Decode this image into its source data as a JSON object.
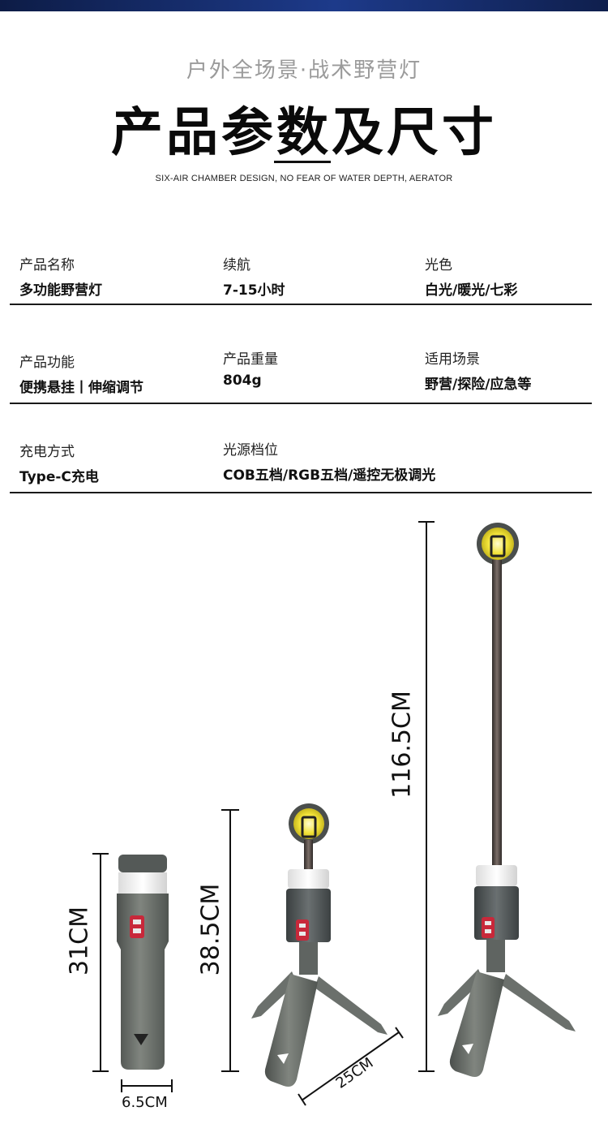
{
  "header": {
    "subtitle": "户外全场景·战术野营灯",
    "title": "产品参数及尺寸",
    "en_subtitle": "SIX-AIR CHAMBER DESIGN, NO FEAR OF WATER DEPTH, AERATOR"
  },
  "specs": {
    "row1": [
      {
        "label": "产品名称",
        "value": "多功能野营灯"
      },
      {
        "label": "续航",
        "value": "7-15小时"
      },
      {
        "label": "光色",
        "value": "白光/暖光/七彩"
      }
    ],
    "row2": [
      {
        "label": "产品功能",
        "value": "便携悬挂丨伸缩调节"
      },
      {
        "label": "产品重量",
        "value": "804g"
      },
      {
        "label": "适用场景",
        "value": "野营/探险/应急等"
      }
    ],
    "row3": [
      {
        "label": "充电方式",
        "value": "Type-C充电"
      },
      {
        "label": "光源档位",
        "value": "COB五档/RGB五档/遥控无极调光"
      }
    ]
  },
  "dimensions": {
    "folded_height": "31CM",
    "folded_width": "6.5CM",
    "tripod_height": "38.5CM",
    "tripod_span": "25CM",
    "extended_height": "116.5CM"
  },
  "colors": {
    "accent_bar": "#1d3a8a",
    "product_gray": "#6b706c",
    "led_yellow": "#f2e33a",
    "button_red": "#c8283a"
  }
}
